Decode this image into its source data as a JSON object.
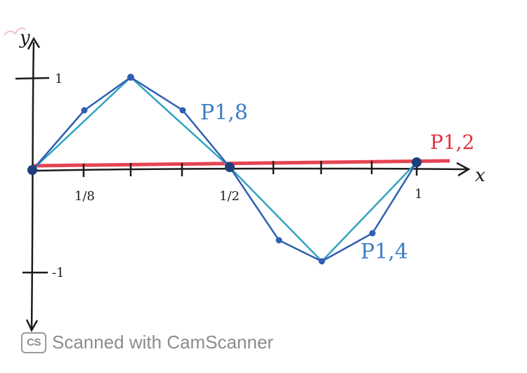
{
  "axes": {
    "y_name": "y",
    "x_name": "x",
    "y_ticks": [
      {
        "label": "1"
      },
      {
        "label": "-1"
      }
    ],
    "x_ticks": [
      {
        "label": "1/8"
      },
      {
        "label": "1/2"
      },
      {
        "label": "1"
      }
    ]
  },
  "curves": {
    "p18": {
      "label": "P1,8",
      "color": "#2f5fb0"
    },
    "p14": {
      "label": "P1,4",
      "color": "#2fa3bf"
    },
    "p12": {
      "label": "P1,2",
      "color": "#e23040"
    }
  },
  "watermark": {
    "logo": "CS",
    "text": "Scanned with CamScanner"
  }
}
